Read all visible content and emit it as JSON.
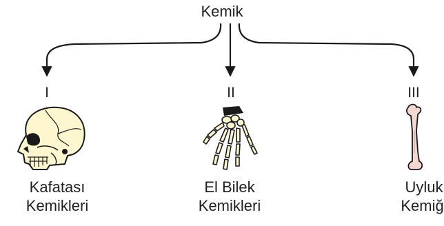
{
  "root": {
    "label": "Kemik"
  },
  "branches": [
    {
      "numeral": "I",
      "label_line1": "Kafatası",
      "label_line2": "Kemikleri",
      "image": "skull-icon"
    },
    {
      "numeral": "II",
      "label_line1": "El Bilek",
      "label_line2": "Kemikleri",
      "image": "hand-bones-icon"
    },
    {
      "numeral": "III",
      "label_line1": "Uyluk",
      "label_line2": "Kemiği",
      "image": "femur-icon"
    }
  ],
  "colors": {
    "line": "#1a1a1a",
    "bone_fill": "#fdf6cf",
    "femur_fill": "#f3d7d2",
    "text": "#1f1f1f"
  }
}
